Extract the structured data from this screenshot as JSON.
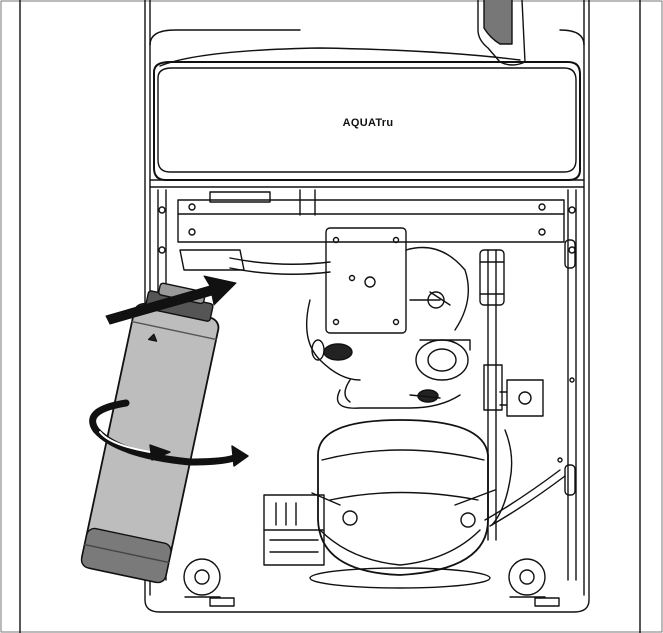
{
  "figure": {
    "brand_label": "AQUATru",
    "icons": [
      "insert-arrow-icon",
      "rotate-arrow-icon",
      "filter-cartridge",
      "compressor",
      "solenoid-valve",
      "pump"
    ],
    "colors": {
      "line": "#111111",
      "cartridge_body": "#bdbdbd",
      "cartridge_shadow": "#7a7a7a",
      "panel": "#ffffff",
      "arrow": "#111111"
    }
  }
}
